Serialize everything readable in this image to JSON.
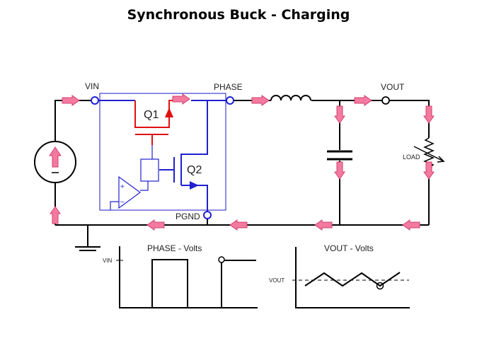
{
  "title": "Synchronous Buck - Charging",
  "colors": {
    "wire": "#000000",
    "ic_blue": "#2020d0",
    "q1_red": "#e01010",
    "flow_arrow_fill": "#f47aa0",
    "flow_arrow_stroke": "#d04070",
    "ic_box": "#4040d0"
  },
  "nodes": {
    "vin": "VIN",
    "phase": "PHASE",
    "vout": "VOUT",
    "pgnd": "PGND"
  },
  "components": {
    "q1": "Q1",
    "q2": "Q2",
    "load": "LOAD",
    "opamp_plus": "+",
    "opamp_minus": "–",
    "source_minus": "–"
  },
  "waveforms": {
    "phase": {
      "title": "PHASE - Volts",
      "level_label": "VIN"
    },
    "vout": {
      "title": "VOUT - Volts",
      "level_label": "VOUT"
    }
  },
  "flow_arrows": {
    "icon": "current-flow-arrow-icon"
  }
}
